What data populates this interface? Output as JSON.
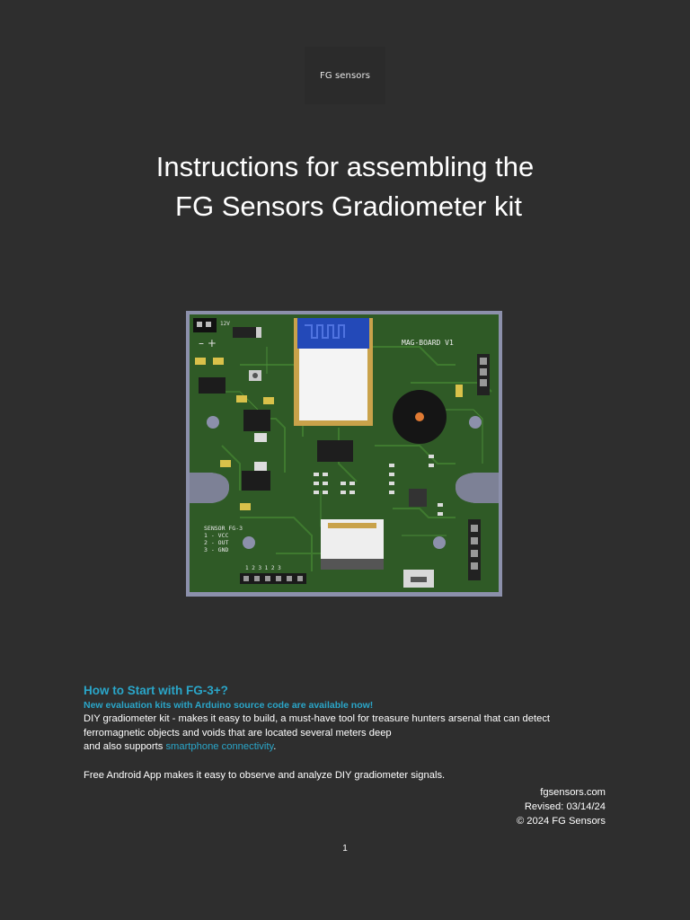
{
  "logo": {
    "text": "FG sensors"
  },
  "title": {
    "line1": "Instructions for assembling the",
    "line2": "FG Sensors Gradiometer kit"
  },
  "pcb": {
    "board_label": "MAG-BOARD V1",
    "sensor_label_1": "SENSOR FG-3",
    "sensor_label_2": "1 - VCC",
    "sensor_label_3": "2 - OUT",
    "sensor_label_4": "3 - GND",
    "connector_numbers": "1  2  3  1  2  3",
    "voltage_label": "12V",
    "colors": {
      "board": "#2f5a26",
      "trace": "#3f7a2f",
      "frame": "#8a8fa8",
      "module": "#2349b8"
    }
  },
  "content": {
    "heading": "How to Start with FG-3+?",
    "subheading": "New evaluation kits with Arduino source code are available now!",
    "para1_line1": "DIY gradiometer kit - makes it easy to build, a must-have tool for treasure hunters arsenal that can detect",
    "para1_line2": "ferromagnetic objects and voids that are located several meters deep",
    "para1_line3_pre": "and also supports ",
    "para1_link": "smartphone connectivity",
    "para1_line3_post": ".",
    "para2": "Free Android App makes it easy to observe and analyze DIY gradiometer signals."
  },
  "footer_info": {
    "website": "fgsensors.com",
    "revised": "Revised: 03/14/24",
    "copyright": "© 2024 FG Sensors"
  },
  "page_number": "1"
}
